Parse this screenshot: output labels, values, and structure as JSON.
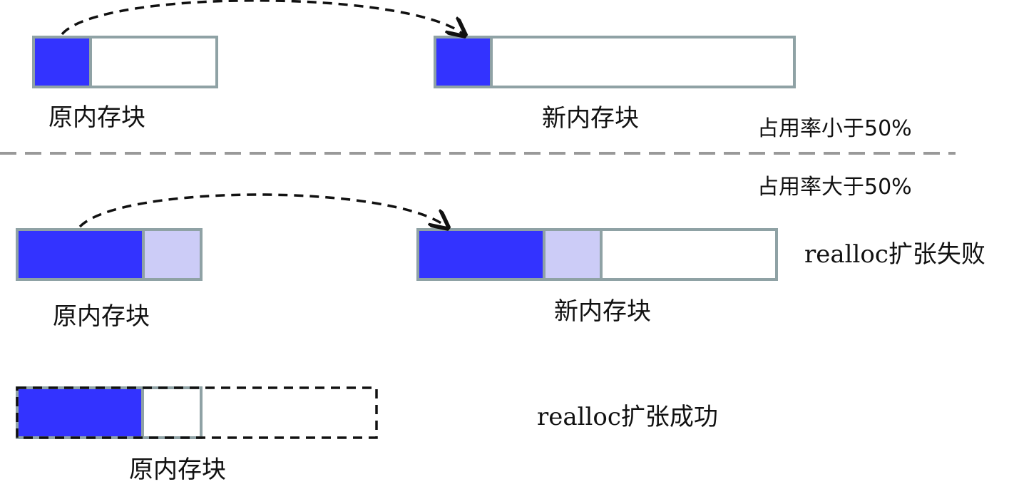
{
  "colors": {
    "used": "#3333ff",
    "extra": "#ccccf7",
    "empty": "#ffffff",
    "border": "#8fa2a5",
    "arrow": "#111111",
    "divider": "#999999"
  },
  "section_small": {
    "caption": "占用率小于50%",
    "original_label": "原内存块",
    "new_label": "新内存块"
  },
  "section_large": {
    "caption": "占用率大于50%",
    "fail_caption": "realloc扩张失败",
    "original_label": "原内存块",
    "new_label": "新内存块",
    "success_caption": "realloc扩张成功",
    "success_original_label": "原内存块"
  }
}
